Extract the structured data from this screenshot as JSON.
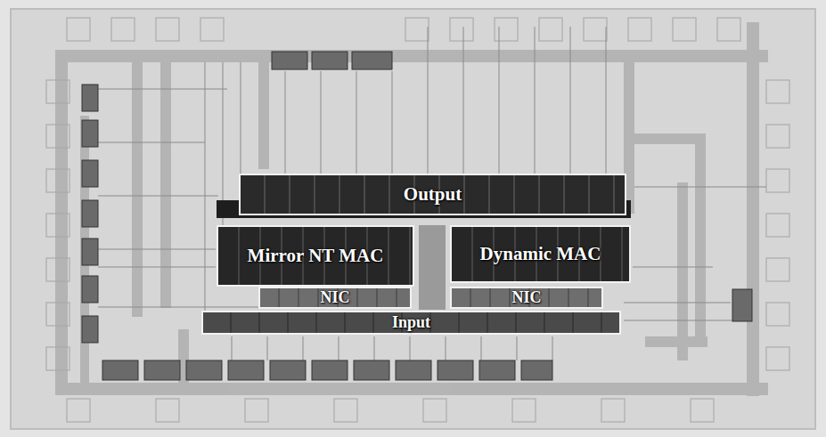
{
  "diagram": {
    "nodes": [
      {
        "text": [
          "Output"
        ]
      },
      {
        "text": [
          "Mirror NT MAC"
        ]
      },
      {
        "text": [
          "Dynamic MAC"
        ]
      },
      {
        "text": [
          "NIC"
        ]
      },
      {
        "text": [
          "NIC"
        ]
      },
      {
        "text": [
          "Input"
        ]
      }
    ]
  }
}
